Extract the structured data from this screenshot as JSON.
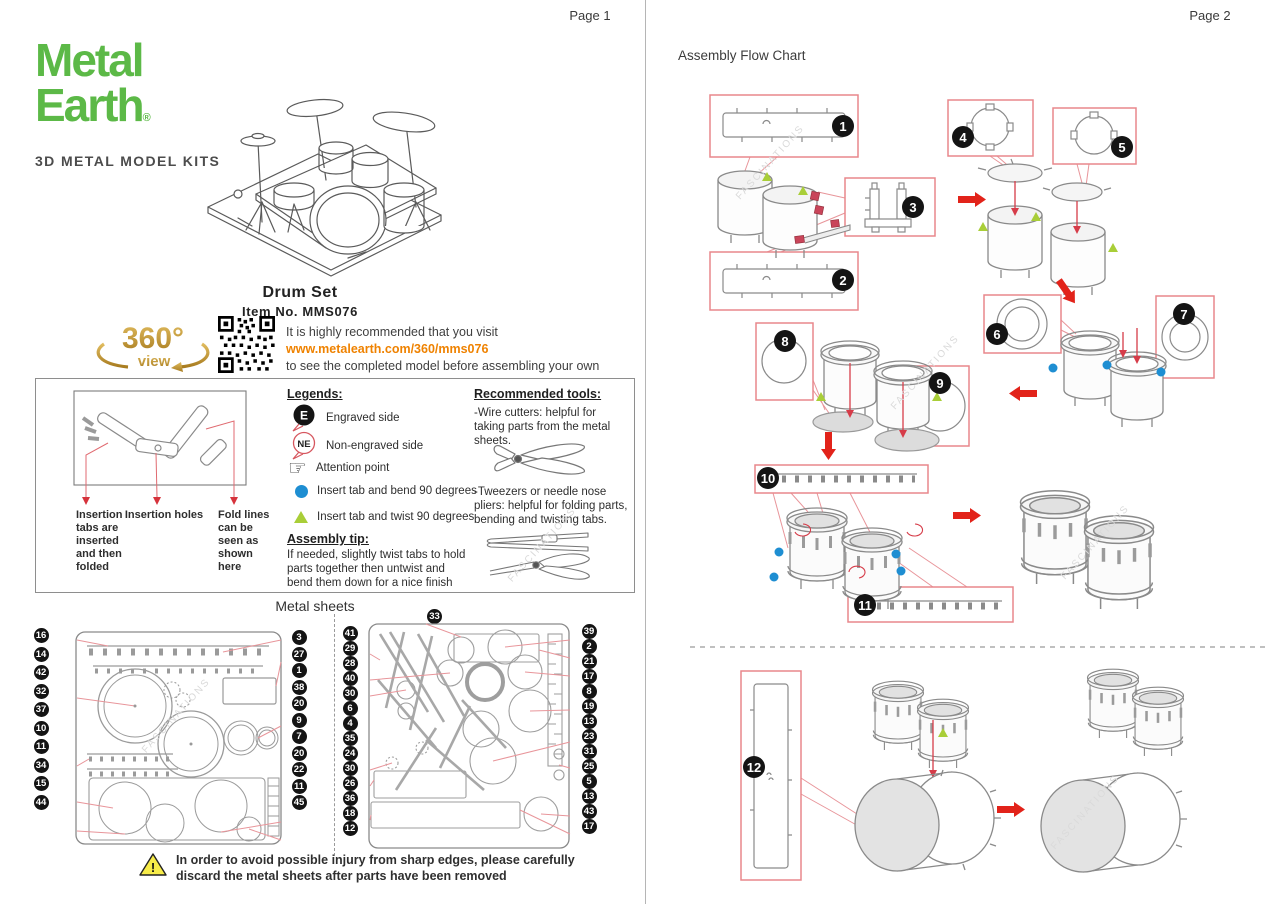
{
  "watermark": "FASCINATIONS",
  "page1": {
    "page_label": "Page 1",
    "logo": {
      "word1": "Metal",
      "word2": "Earth",
      "reg": "®",
      "tagline": "3D METAL MODEL KITS"
    },
    "hero": {
      "title": "Drum Set",
      "item_no": "Item  No.  MMS076"
    },
    "view360": {
      "big": "360°",
      "small": "view",
      "line1": "It is highly recommended that you visit",
      "url": "www.metalearth.com/360/mms076",
      "line2": "to see the completed model before assembling your own"
    },
    "legends": {
      "heading": "Legends:",
      "engraved_symbol": "E",
      "engraved_label": "Engraved side",
      "non_engraved_symbol": "NE",
      "non_engraved_label": "Non-engraved side",
      "attention_icon": "☞",
      "attention_label": "Attention point",
      "bend_label": "Insert tab and bend 90 degrees",
      "twist_label": "Insert tab and twist 90 degrees",
      "tip_heading": "Assembly tip:",
      "tip_text": "If needed, slightly twist tabs to hold parts together then untwist and bend them down for a nice finish",
      "callout1": "Insertion tabs are inserted and then folded",
      "callout2": "Insertion holes",
      "callout3": "Fold lines can be seen as shown here"
    },
    "tools": {
      "heading": "Recommended tools:",
      "tool1": "-Wire cutters: helpful for taking parts from the metal sheets.",
      "tool2": "-Tweezers or needle nose pliers: helpful for folding parts, bending and twisting tabs."
    },
    "sheets": {
      "heading": "Metal sheets",
      "s1_left": [
        "16",
        "14",
        "42",
        "32",
        "37",
        "10",
        "11",
        "34",
        "15",
        "44"
      ],
      "s1_right": [
        "3",
        "27",
        "1",
        "38",
        "20",
        "9",
        "7",
        "20",
        "22",
        "11",
        "45"
      ],
      "s2_top": "33",
      "s2_left": [
        "41",
        "29",
        "28",
        "40",
        "30",
        "6",
        "4",
        "35",
        "24",
        "30",
        "26",
        "36",
        "18",
        "12"
      ],
      "s2_right": [
        "39",
        "2",
        "21",
        "17",
        "8",
        "19",
        "13",
        "23",
        "31",
        "25",
        "5",
        "13",
        "43",
        "17"
      ]
    },
    "warning": {
      "mark": "!",
      "text1": "In order to avoid possible injury from sharp edges, please carefully",
      "text2": "discard the metal sheets after parts have been removed"
    }
  },
  "page2": {
    "page_label": "Page 2",
    "heading": "Assembly Flow Chart",
    "steps": [
      "1",
      "2",
      "3",
      "4",
      "5",
      "6",
      "7",
      "8",
      "9",
      "10",
      "11",
      "12"
    ]
  }
}
